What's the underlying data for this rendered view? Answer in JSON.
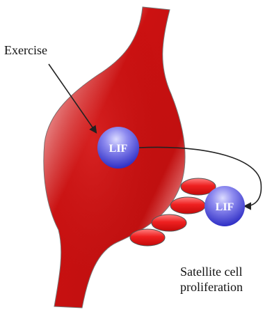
{
  "labels": {
    "exercise": "Exercise",
    "satellite_line1": "Satellite cell",
    "satellite_line2": "proliferation"
  },
  "lif_nodes": [
    {
      "text": "LIF"
    },
    {
      "text": "LIF"
    }
  ],
  "colors": {
    "muscle": "#cc1111",
    "muscle_highlight": "#ff6a6a",
    "lif_top": "#8f8cf0",
    "lif_bottom": "#2424c0",
    "satellite_cell": "#e01818",
    "arrow": "#222222"
  }
}
